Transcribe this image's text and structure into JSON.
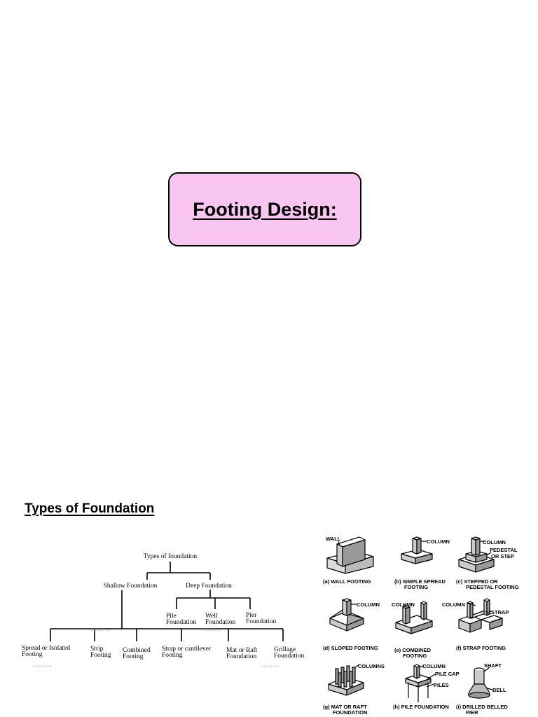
{
  "slide": {
    "title": "Footing Design:",
    "section_heading": "Types of Foundation"
  },
  "tree": {
    "root": "Types of foundation",
    "shallow": "Shallow Foundation",
    "deep": "Deep Foundation",
    "deep_children": [
      [
        "Pile",
        "Foundation"
      ],
      [
        "Well",
        "Foundation"
      ],
      [
        "Pier",
        "Foundation"
      ]
    ],
    "shallow_children": [
      [
        "Spread or Isolated",
        "Footing"
      ],
      [
        "Strip",
        "Footing"
      ],
      [
        "Combined",
        "Footing"
      ],
      [
        "Strap or cantilever",
        "Footing"
      ],
      [
        "Mat or Raft",
        "Foundation"
      ],
      [
        "Grillage",
        "Foundation"
      ]
    ],
    "watermark": "civilread.com"
  },
  "diagrams": {
    "a": {
      "caption": [
        "(a) WALL FOOTING"
      ],
      "callouts": [
        "WALL"
      ]
    },
    "b": {
      "caption": [
        "(b) SIMPLE SPREAD",
        "FOOTING"
      ],
      "callouts": [
        "COLUMN"
      ]
    },
    "c": {
      "caption": [
        "(c) STEPPED  OR",
        "PEDESTAL FOOTING"
      ],
      "callouts": [
        "COLUMN",
        "PEDESTAL",
        "OR STEP"
      ]
    },
    "d": {
      "caption": [
        "(d) SLOPED FOOTING"
      ],
      "callouts": [
        "COLUMN"
      ]
    },
    "e": {
      "caption": [
        "(e) COMBINED",
        "FOOTING"
      ],
      "callouts": [
        "COLUMN"
      ]
    },
    "f": {
      "caption": [
        "(f) STRAP FOOTING"
      ],
      "callouts": [
        "COLUMN",
        "STRAP"
      ]
    },
    "g": {
      "caption": [
        "(g) MAT OR RAFT",
        "FOUNDATION"
      ],
      "callouts": [
        "COLUMNS"
      ]
    },
    "h": {
      "caption": [
        "(h) PILE FOUNDATION"
      ],
      "callouts": [
        "COLUMN",
        "PILE CAP",
        "PILES"
      ]
    },
    "i": {
      "caption": [
        "(i) DRILLED BELLED",
        "PIER"
      ],
      "callouts": [
        "SHAFT",
        "BELL"
      ]
    }
  }
}
